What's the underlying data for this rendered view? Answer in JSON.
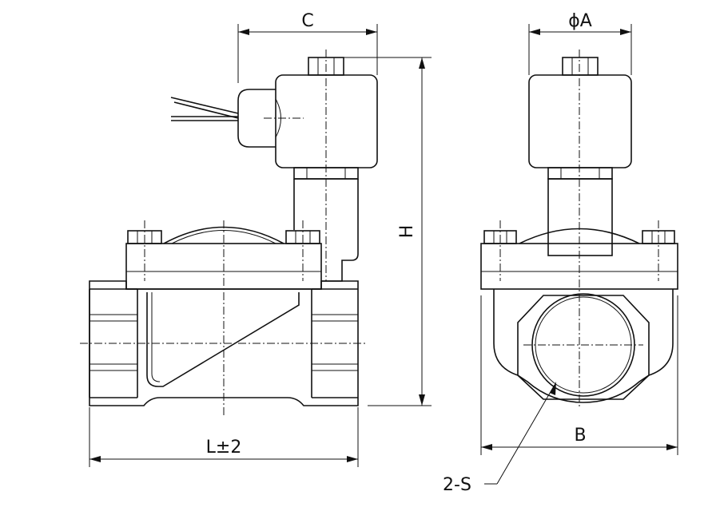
{
  "labels": {
    "c": "C",
    "phi_a": "ϕA",
    "h": "H",
    "l": "L±2",
    "b": "B",
    "s": "2-S"
  }
}
